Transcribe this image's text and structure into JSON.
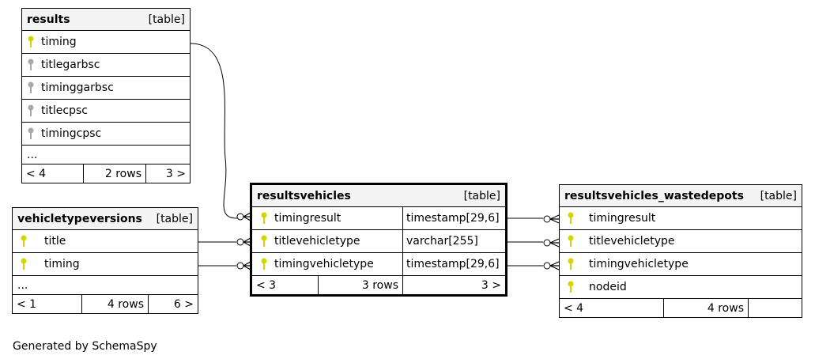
{
  "colors": {
    "pk_key": "#d4d400",
    "fk_key": "#a8a8a8",
    "header_bg": "#f4f4f4"
  },
  "icons": {
    "primary_key": "key-icon-yellow",
    "column": "key-icon-gray"
  },
  "tables": {
    "results": {
      "name": "results",
      "kind": "[table]",
      "columns": [
        {
          "name": "timing",
          "key": "primary"
        },
        {
          "name": "titlegarbsc",
          "key": "none"
        },
        {
          "name": "timinggarbsc",
          "key": "none"
        },
        {
          "name": "titlecpsc",
          "key": "none"
        },
        {
          "name": "timingcpsc",
          "key": "none"
        }
      ],
      "more": "...",
      "footer": {
        "parents": "< 4",
        "rows": "2 rows",
        "children": "3 >"
      }
    },
    "vehicletypeversions": {
      "name": "vehicletypeversions",
      "kind": "[table]",
      "columns": [
        {
          "name": "title",
          "key": "primary"
        },
        {
          "name": "timing",
          "key": "primary"
        }
      ],
      "more": "...",
      "footer": {
        "parents": "< 1",
        "rows": "4 rows",
        "children": "6 >"
      }
    },
    "resultsvehicles": {
      "name": "resultsvehicles",
      "kind": "[table]",
      "columns": [
        {
          "name": "timingresult",
          "type": "timestamp[29,6]",
          "key": "primary"
        },
        {
          "name": "titlevehicletype",
          "type": "varchar[255]",
          "key": "primary"
        },
        {
          "name": "timingvehicletype",
          "type": "timestamp[29,6]",
          "key": "primary"
        }
      ],
      "footer": {
        "parents": "< 3",
        "rows": "3 rows",
        "children": "3 >"
      }
    },
    "resultsvehicles_wastedepots": {
      "name": "resultsvehicles_wastedepots",
      "kind": "[table]",
      "columns": [
        {
          "name": "timingresult",
          "key": "primary"
        },
        {
          "name": "titlevehicletype",
          "key": "primary"
        },
        {
          "name": "timingvehicletype",
          "key": "primary"
        },
        {
          "name": "nodeid",
          "key": "primary"
        }
      ],
      "footer": {
        "parents": "< 4",
        "rows": "4 rows",
        "children": ""
      }
    }
  },
  "generated_by": "Generated by SchemaSpy"
}
